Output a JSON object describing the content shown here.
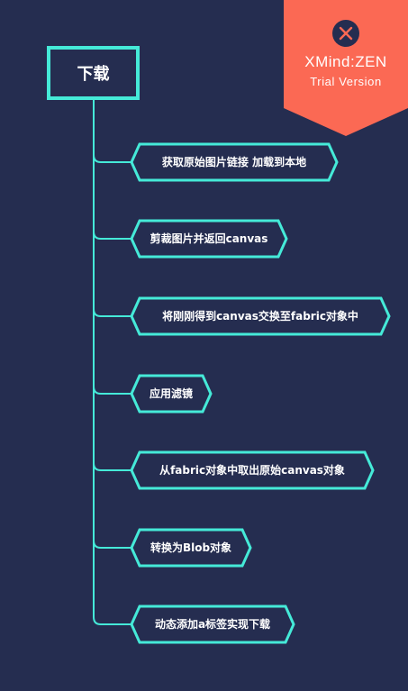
{
  "root": {
    "label": "下载"
  },
  "badge": {
    "brand": "XMind:ZEN",
    "subtitle": "Trial Version",
    "logo_icon": "xmind-x-icon"
  },
  "colors": {
    "background": "#252d50",
    "accent": "#45ead8",
    "badge": "#fb6954",
    "text": "#ffffff"
  },
  "steps": [
    {
      "label": "获取原始图片链接 加载到本地"
    },
    {
      "label": "剪裁图片并返回canvas"
    },
    {
      "label": "将刚刚得到canvas交换至fabric对象中"
    },
    {
      "label": "应用滤镜"
    },
    {
      "label": "从fabric对象中取出原始canvas对象"
    },
    {
      "label": "转换为Blob对象"
    },
    {
      "label": "动态添加a标签实现下载"
    }
  ]
}
